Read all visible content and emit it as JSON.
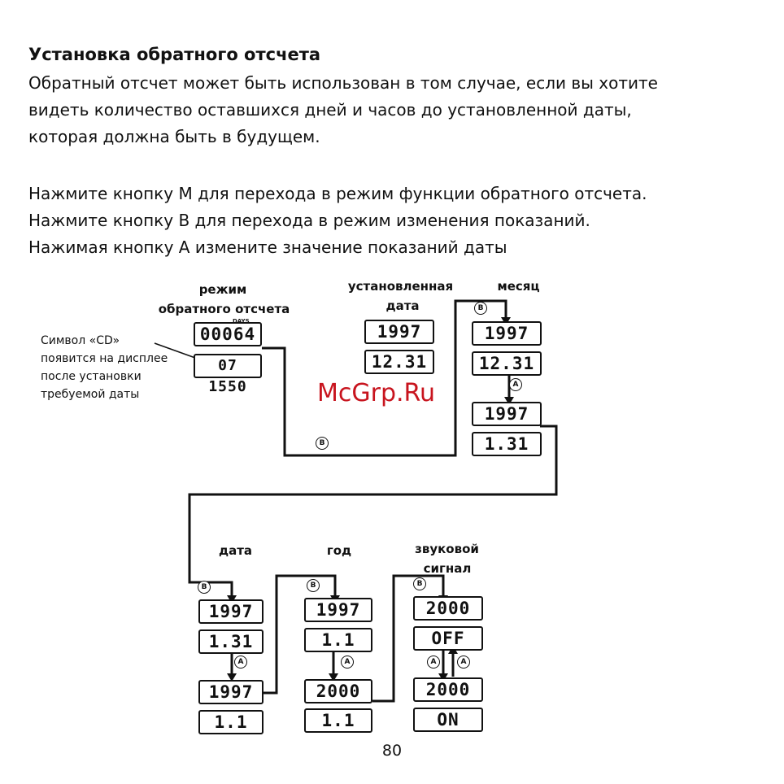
{
  "heading": "Установка обратного отсчета",
  "intro": [
    "Обратный отсчет может быть использован в том случае, если вы хотите",
    "видеть количество оставшихся дней и часов до установленной даты,",
    "которая должна быть в будущем."
  ],
  "steps": [
    "Нажмите кнопку M для перехода в режим функции обратного отсчета.",
    "Нажмите кнопку B для перехода в режим изменения показаний.",
    "Нажимая кнопку A измените значение показаний даты"
  ],
  "diagram": {
    "label_mode": [
      "режим",
      "обратного отсчета"
    ],
    "label_set_date": [
      "установленная",
      "дата"
    ],
    "label_month": "месяц",
    "label_date": "дата",
    "label_year": "год",
    "label_sound": [
      "звуковой",
      "сигнал"
    ],
    "note": [
      "Символ «CD»",
      "появится на дисплее",
      "после установки",
      "требуемой даты"
    ],
    "days_tag": "DAYS",
    "btn_a": "A",
    "btn_b": "B",
    "displays": {
      "mode_top": "00064",
      "mode_bottom": "07 1550",
      "set_top": "1997",
      "set_bottom": "12.31",
      "month1_top": "1997",
      "month1_bottom": "12.31",
      "month2_top": "1997",
      "month2_bottom": "1.31",
      "date1_top": "1997",
      "date1_bottom": "1.31",
      "date2_top": "1997",
      "date2_bottom": "1.1",
      "year1_top": "1997",
      "year1_bottom": "1.1",
      "year2_top": "2000",
      "year2_bottom": "1.1",
      "snd1_top": "2000",
      "snd1_bottom": "OFF",
      "snd2_top": "2000",
      "snd2_bottom": "ON"
    }
  },
  "watermark": "McGrp.Ru",
  "page_number": "80"
}
